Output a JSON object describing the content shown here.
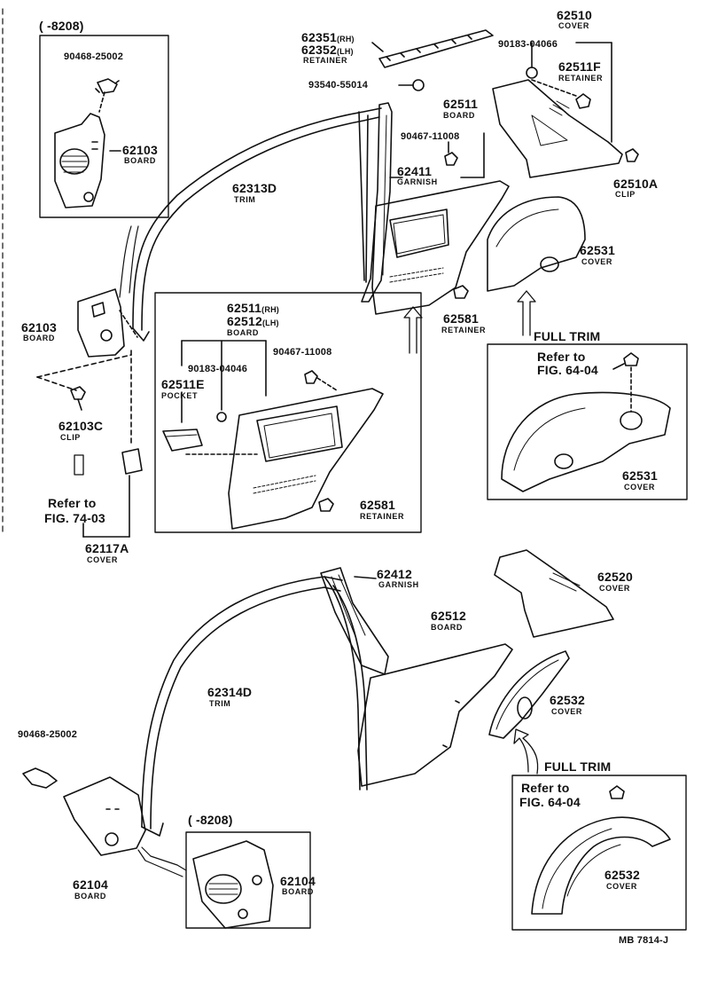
{
  "figure_code": "MB 7814-J",
  "date_range_label": "( -8208)",
  "full_trim_label": "FULL TRIM",
  "refer_to_label": "Refer to",
  "parts": {
    "p90468_top": {
      "num": "90468-25002"
    },
    "p62103_inset": {
      "num": "62103",
      "name": "BOARD"
    },
    "p62103_main": {
      "num": "62103",
      "name": "BOARD"
    },
    "p62103C": {
      "num": "62103C",
      "name": "CLIP"
    },
    "p62117A": {
      "num": "62117A",
      "name": "COVER"
    },
    "ref_7403": {
      "fig": "FIG. 74-03"
    },
    "p62313D": {
      "num": "62313D",
      "name": "TRIM"
    },
    "p62351": {
      "num": "62351",
      "side": "(RH)"
    },
    "p62352": {
      "num": "62352",
      "side": "(LH)",
      "name": "RETAINER"
    },
    "p93540": {
      "num": "93540-55014"
    },
    "p62511_board": {
      "num": "62511",
      "name": "BOARD"
    },
    "p90467_top": {
      "num": "90467-11008"
    },
    "p62411": {
      "num": "62411",
      "name": "GARNISH"
    },
    "p62510": {
      "num": "62510",
      "name": "COVER"
    },
    "p90183_top": {
      "num": "90183-04066"
    },
    "p62511F": {
      "num": "62511F",
      "name": "RETAINER"
    },
    "p62510A": {
      "num": "62510A",
      "name": "CLIP"
    },
    "p62531_top": {
      "num": "62531",
      "name": "COVER"
    },
    "p62581_top": {
      "num": "62581",
      "name": "RETAINER"
    },
    "p62511_rh": {
      "num": "62511",
      "side": "(RH)"
    },
    "p62512_lh": {
      "num": "62512",
      "side": "(LH)",
      "name": "BOARD"
    },
    "p90183_box": {
      "num": "90183-04046"
    },
    "p90467_box": {
      "num": "90467-11008"
    },
    "p62511E": {
      "num": "62511E",
      "name": "POCKET"
    },
    "p62581_box": {
      "num": "62581",
      "name": "RETAINER"
    },
    "ref_6404_a": {
      "fig": "FIG. 64-04"
    },
    "p62531_full": {
      "num": "62531",
      "name": "COVER"
    },
    "p62412": {
      "num": "62412",
      "name": "GARNISH"
    },
    "p62520": {
      "num": "62520",
      "name": "COVER"
    },
    "p62512_board": {
      "num": "62512",
      "name": "BOARD"
    },
    "p62314D": {
      "num": "62314D",
      "name": "TRIM"
    },
    "p62532_top": {
      "num": "62532",
      "name": "COVER"
    },
    "p90468_bot": {
      "num": "90468-25002"
    },
    "p62104_main": {
      "num": "62104",
      "name": "BOARD"
    },
    "p62104_inset": {
      "num": "62104",
      "name": "BOARD"
    },
    "ref_6404_b": {
      "fig": "FIG. 64-04"
    },
    "p62532_full": {
      "num": "62532",
      "name": "COVER"
    }
  }
}
